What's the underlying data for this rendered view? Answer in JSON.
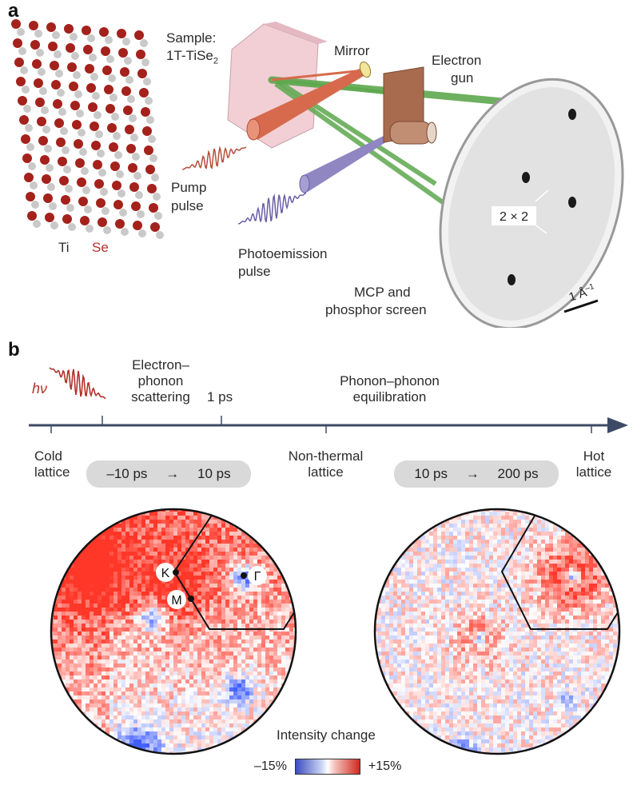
{
  "panels": {
    "a": "a",
    "b": "b"
  },
  "panel_a": {
    "sample_label_line1": "Sample:",
    "sample_label_line2": "1T-TiSe",
    "sample_label_sub": "2",
    "ti_label": "Ti",
    "se_label": "Se",
    "mirror_label": "Mirror",
    "electron_gun_line1": "Electron",
    "electron_gun_line2": "gun",
    "pump_line1": "Pump",
    "pump_line2": "pulse",
    "photoemission_line1": "Photoemission",
    "photoemission_line2": "pulse",
    "mcp_line1": "MCP and",
    "mcp_line2": "phosphor screen",
    "superlattice_label": "2 × 2",
    "scale_label": "1 Å",
    "scale_sup": "–1"
  },
  "panel_b": {
    "hv_label": "hν",
    "ep_line1": "Electron–",
    "ep_line2": "phonon",
    "ep_line3": "scattering",
    "one_ps": "1 ps",
    "pp_line1": "Phonon–phonon",
    "pp_line2": "equilibration",
    "cold_line1": "Cold",
    "cold_line2": "lattice",
    "nonthermal_line1": "Non-thermal",
    "nonthermal_line2": "lattice",
    "hot_line1": "Hot",
    "hot_line2": "lattice",
    "pill_left": {
      "from": "–10 ps",
      "arrow": "→",
      "to": "10 ps"
    },
    "pill_right": {
      "from": "10 ps",
      "arrow": "→",
      "to": "200 ps"
    },
    "point_K": "K",
    "point_M": "M",
    "point_Gamma": "Γ",
    "intensity_label": "Intensity change",
    "cbar_min": "–15%",
    "cbar_max": "+15%"
  },
  "colors": {
    "lattice_se": "#a4211c",
    "lattice_ti": "#c9c9c9",
    "arrow": "#3d4a66",
    "pump": "#d76a4c",
    "probe": "#8f86c2",
    "electron": "#5ea84e",
    "gun": "#a86b4d",
    "positive": "#d2281e",
    "negative": "#3b4cc0"
  }
}
